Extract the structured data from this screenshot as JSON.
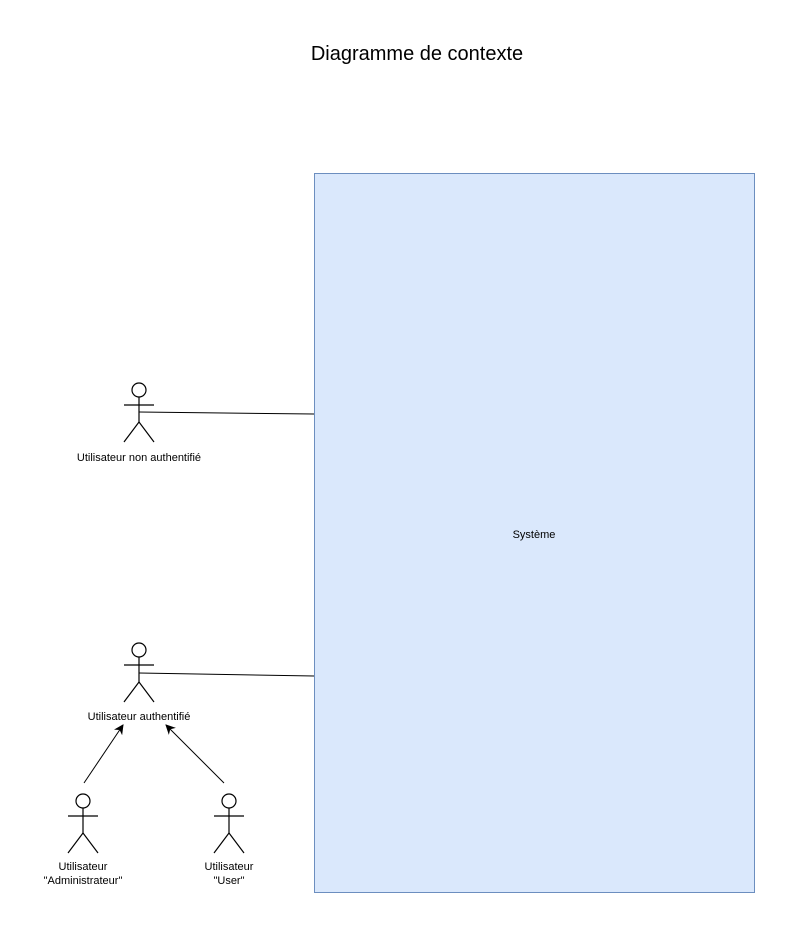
{
  "title": "Diagramme de contexte",
  "system": {
    "label": "Système",
    "fill": "#dae8fc",
    "stroke": "#6c8ebf"
  },
  "actors": {
    "non_auth": {
      "label": "Utilisateur non authentifié"
    },
    "auth": {
      "label": "Utilisateur authentifié"
    },
    "admin": {
      "label_line1": "Utilisateur",
      "label_line2": "\"Administrateur\""
    },
    "user": {
      "label_line1": "Utilisateur",
      "label_line2": "\"User\""
    }
  },
  "relations": [
    {
      "from": "non_auth",
      "to": "system",
      "kind": "association"
    },
    {
      "from": "auth",
      "to": "system",
      "kind": "association"
    },
    {
      "from": "admin",
      "to": "auth",
      "kind": "generalization"
    },
    {
      "from": "user",
      "to": "auth",
      "kind": "generalization"
    }
  ]
}
